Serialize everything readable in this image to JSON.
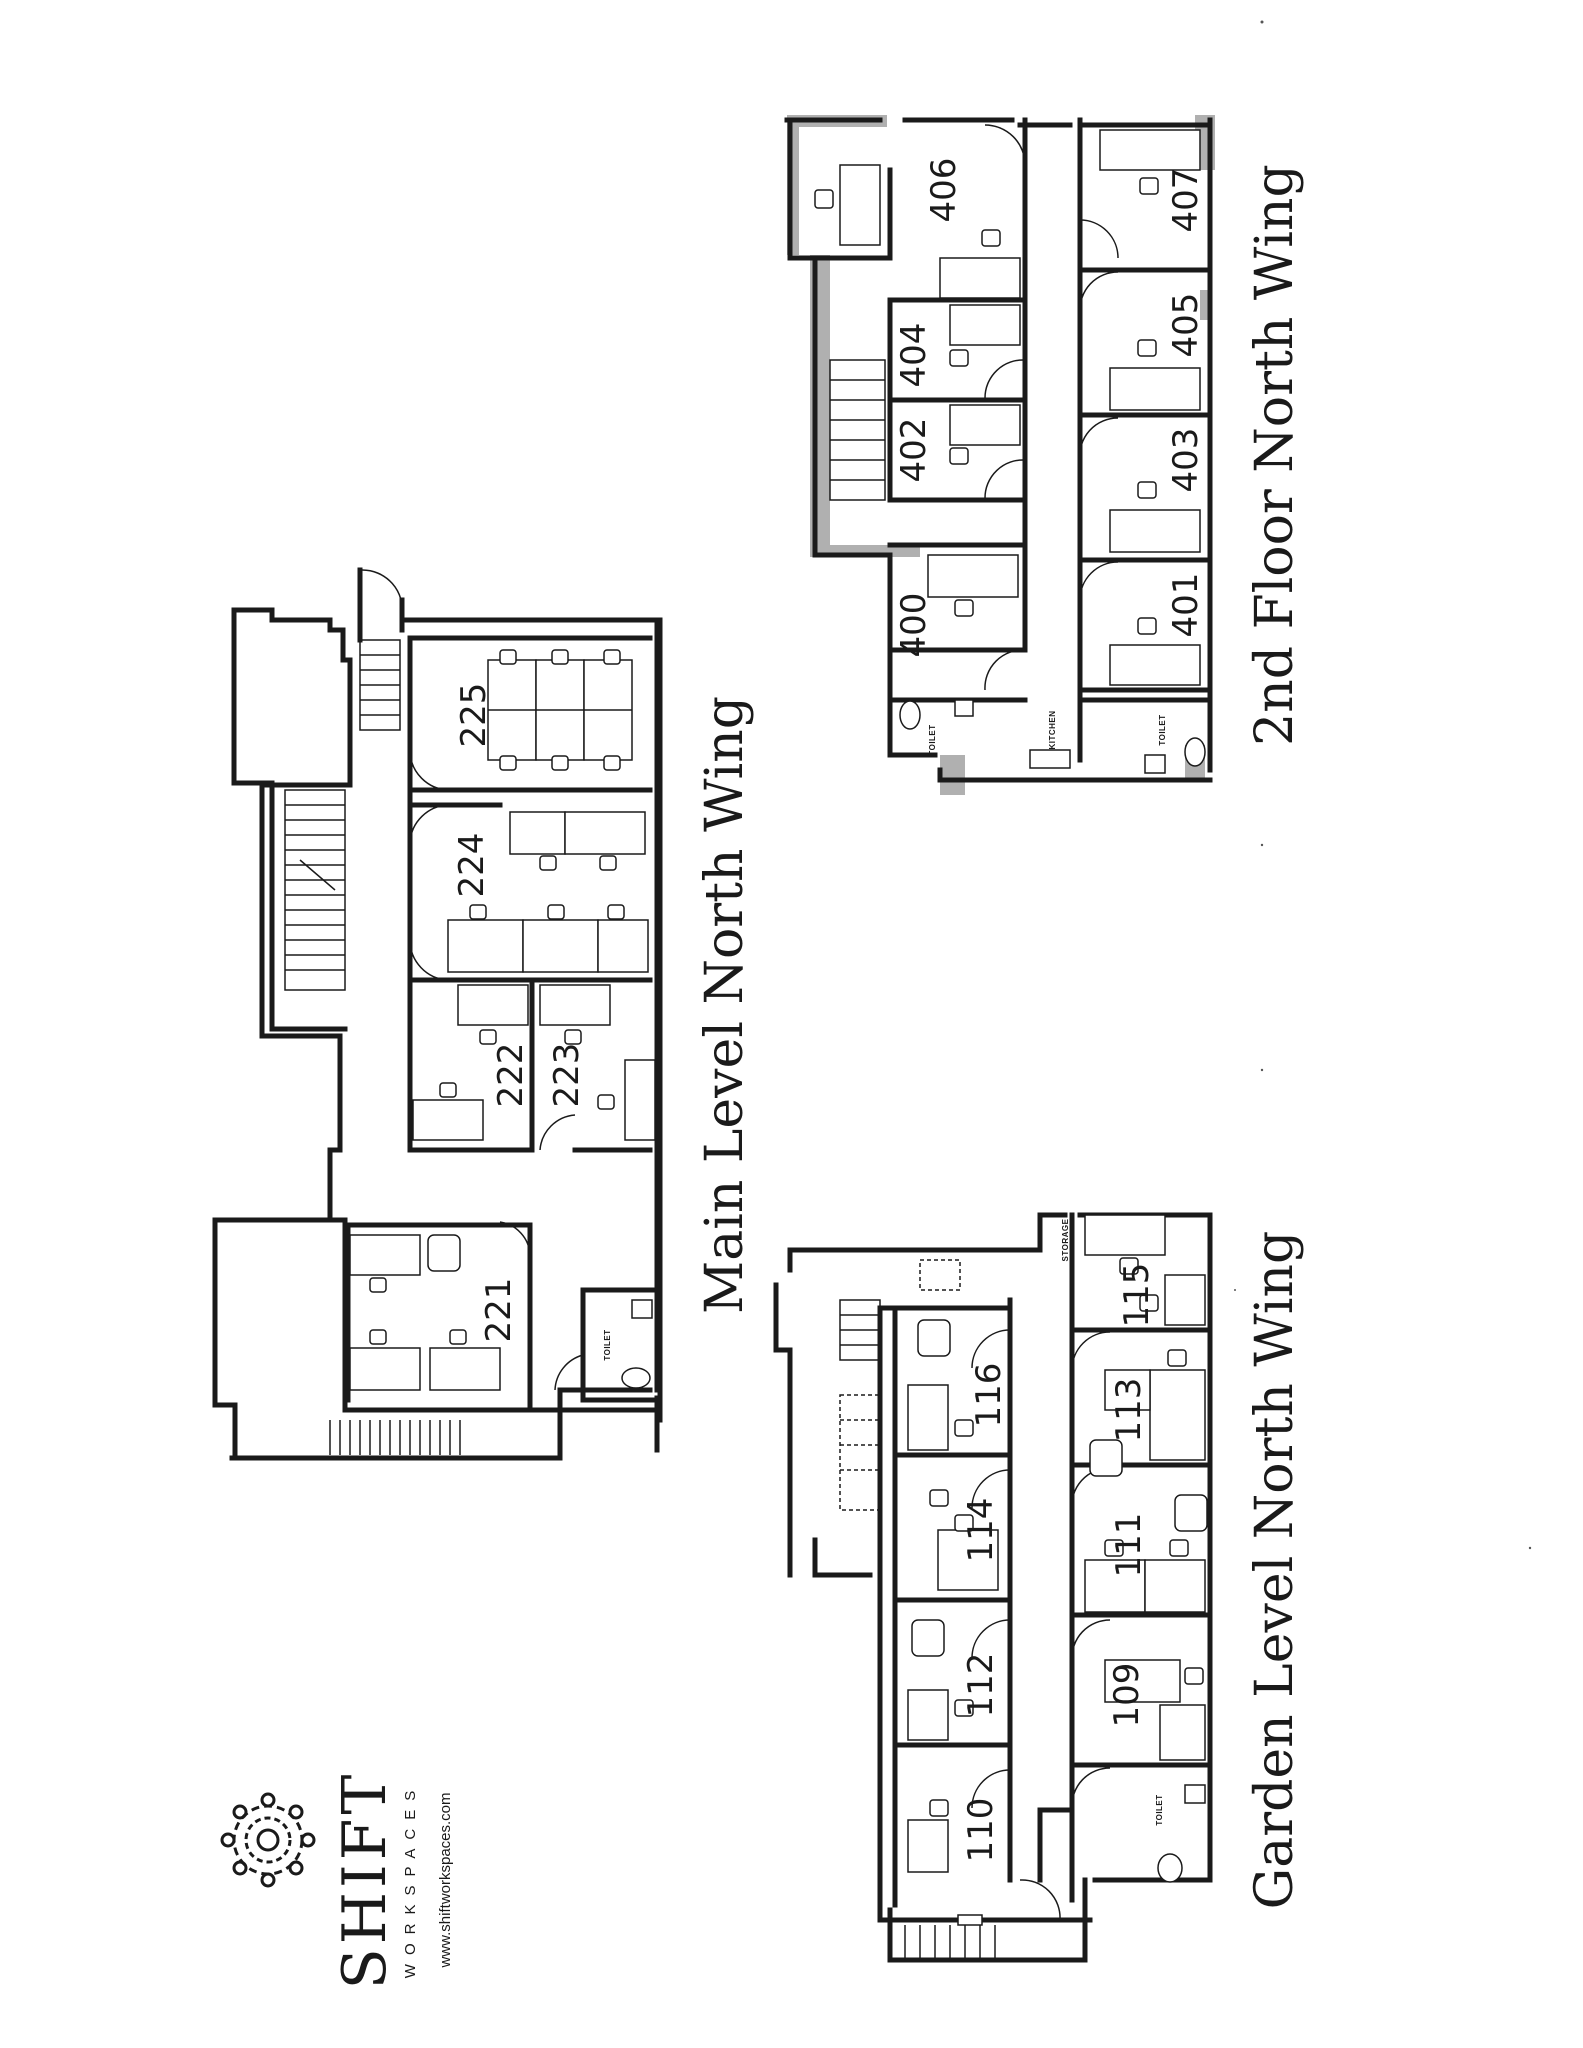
{
  "titles": {
    "main": "Main Level North Wing",
    "second": "2nd Floor North Wing",
    "garden": "Garden Level North Wing"
  },
  "brand": {
    "name": "SHIFT",
    "tagline": "WORKSPACES",
    "url": "www.shiftworkspaces.com"
  },
  "labels": {
    "toilet": "TOILET",
    "kitchen": "KITCHEN",
    "storage": "STORAGE"
  },
  "main_rooms": {
    "r225": "225",
    "r224": "224",
    "r222": "222",
    "r223": "223",
    "r221": "221"
  },
  "second_rooms": {
    "r406": "406",
    "r407": "407",
    "r404": "404",
    "r405": "405",
    "r402": "402",
    "r403": "403",
    "r400": "400",
    "r401": "401"
  },
  "garden_rooms": {
    "r115": "115",
    "r116": "116",
    "r113": "113",
    "r114": "114",
    "r111": "111",
    "r112": "112",
    "r109": "109",
    "r110": "110"
  }
}
